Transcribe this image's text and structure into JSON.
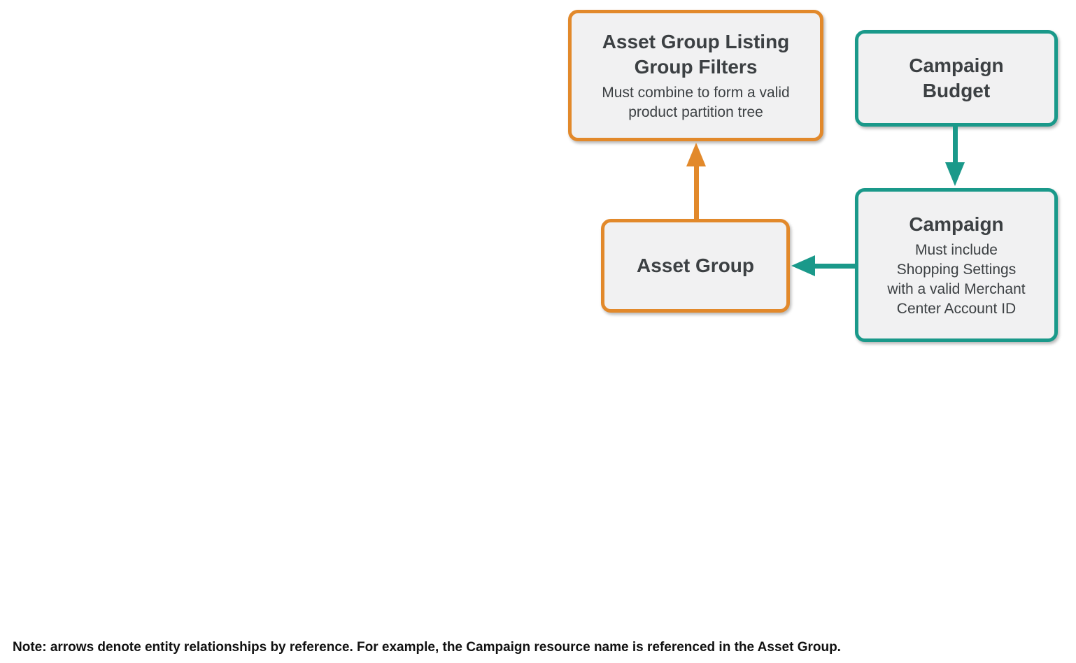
{
  "colors": {
    "orange": "#E2892B",
    "teal": "#1A998A",
    "node_bg": "#F1F1F2",
    "title_text": "#3C4043",
    "subtitle_text": "#3C4043",
    "note_text": "#111111"
  },
  "nodes": {
    "listing_group_filters": {
      "title": "Asset Group Listing\nGroup Filters",
      "subtitle": "Must combine to form a valid\nproduct partition tree"
    },
    "campaign_budget": {
      "title": "Campaign\nBudget"
    },
    "asset_group": {
      "title": "Asset Group"
    },
    "campaign": {
      "title": "Campaign",
      "subtitle": "Must include\nShopping Settings\nwith a valid Merchant\nCenter Account ID"
    }
  },
  "relationships": {
    "asset_group_to_listing_group_filters": "Asset Group references Asset Group Listing Group Filters",
    "campaign_budget_to_campaign": "Campaign Budget to Campaign",
    "campaign_to_asset_group": "Campaign referenced in Asset Group"
  },
  "note": "Note: arrows denote entity relationships by reference. For example, the Campaign resource name is referenced in the Asset Group."
}
